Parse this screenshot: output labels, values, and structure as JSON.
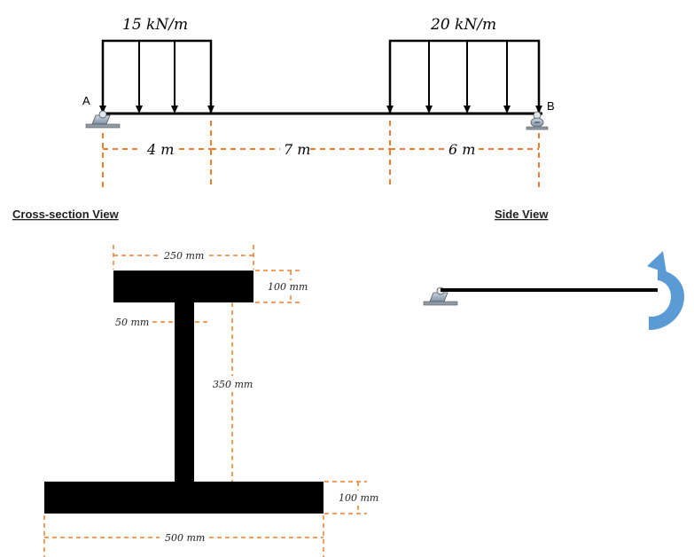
{
  "beam": {
    "load_left": "15 kN/m",
    "load_right": "20 kN/m",
    "support_a": "A",
    "support_b": "B",
    "span_1": "4 m",
    "span_2": "7 m",
    "span_3": "6 m"
  },
  "headings": {
    "cross_section": "Cross-section View",
    "side_view": "Side View"
  },
  "cross_section": {
    "top_flange_width": "250 mm",
    "top_flange_thickness": "100 mm",
    "web_thickness": "50 mm",
    "web_height": "350 mm",
    "bottom_flange_thickness": "100 mm",
    "bottom_flange_width": "500 mm"
  },
  "colors": {
    "dimension_line": "#ed7d31",
    "moment_arrow": "#5b9bd5",
    "beam": "#000000"
  },
  "icons": [
    "pin-support-icon",
    "roller-support-icon",
    "moment-arrow-icon"
  ]
}
